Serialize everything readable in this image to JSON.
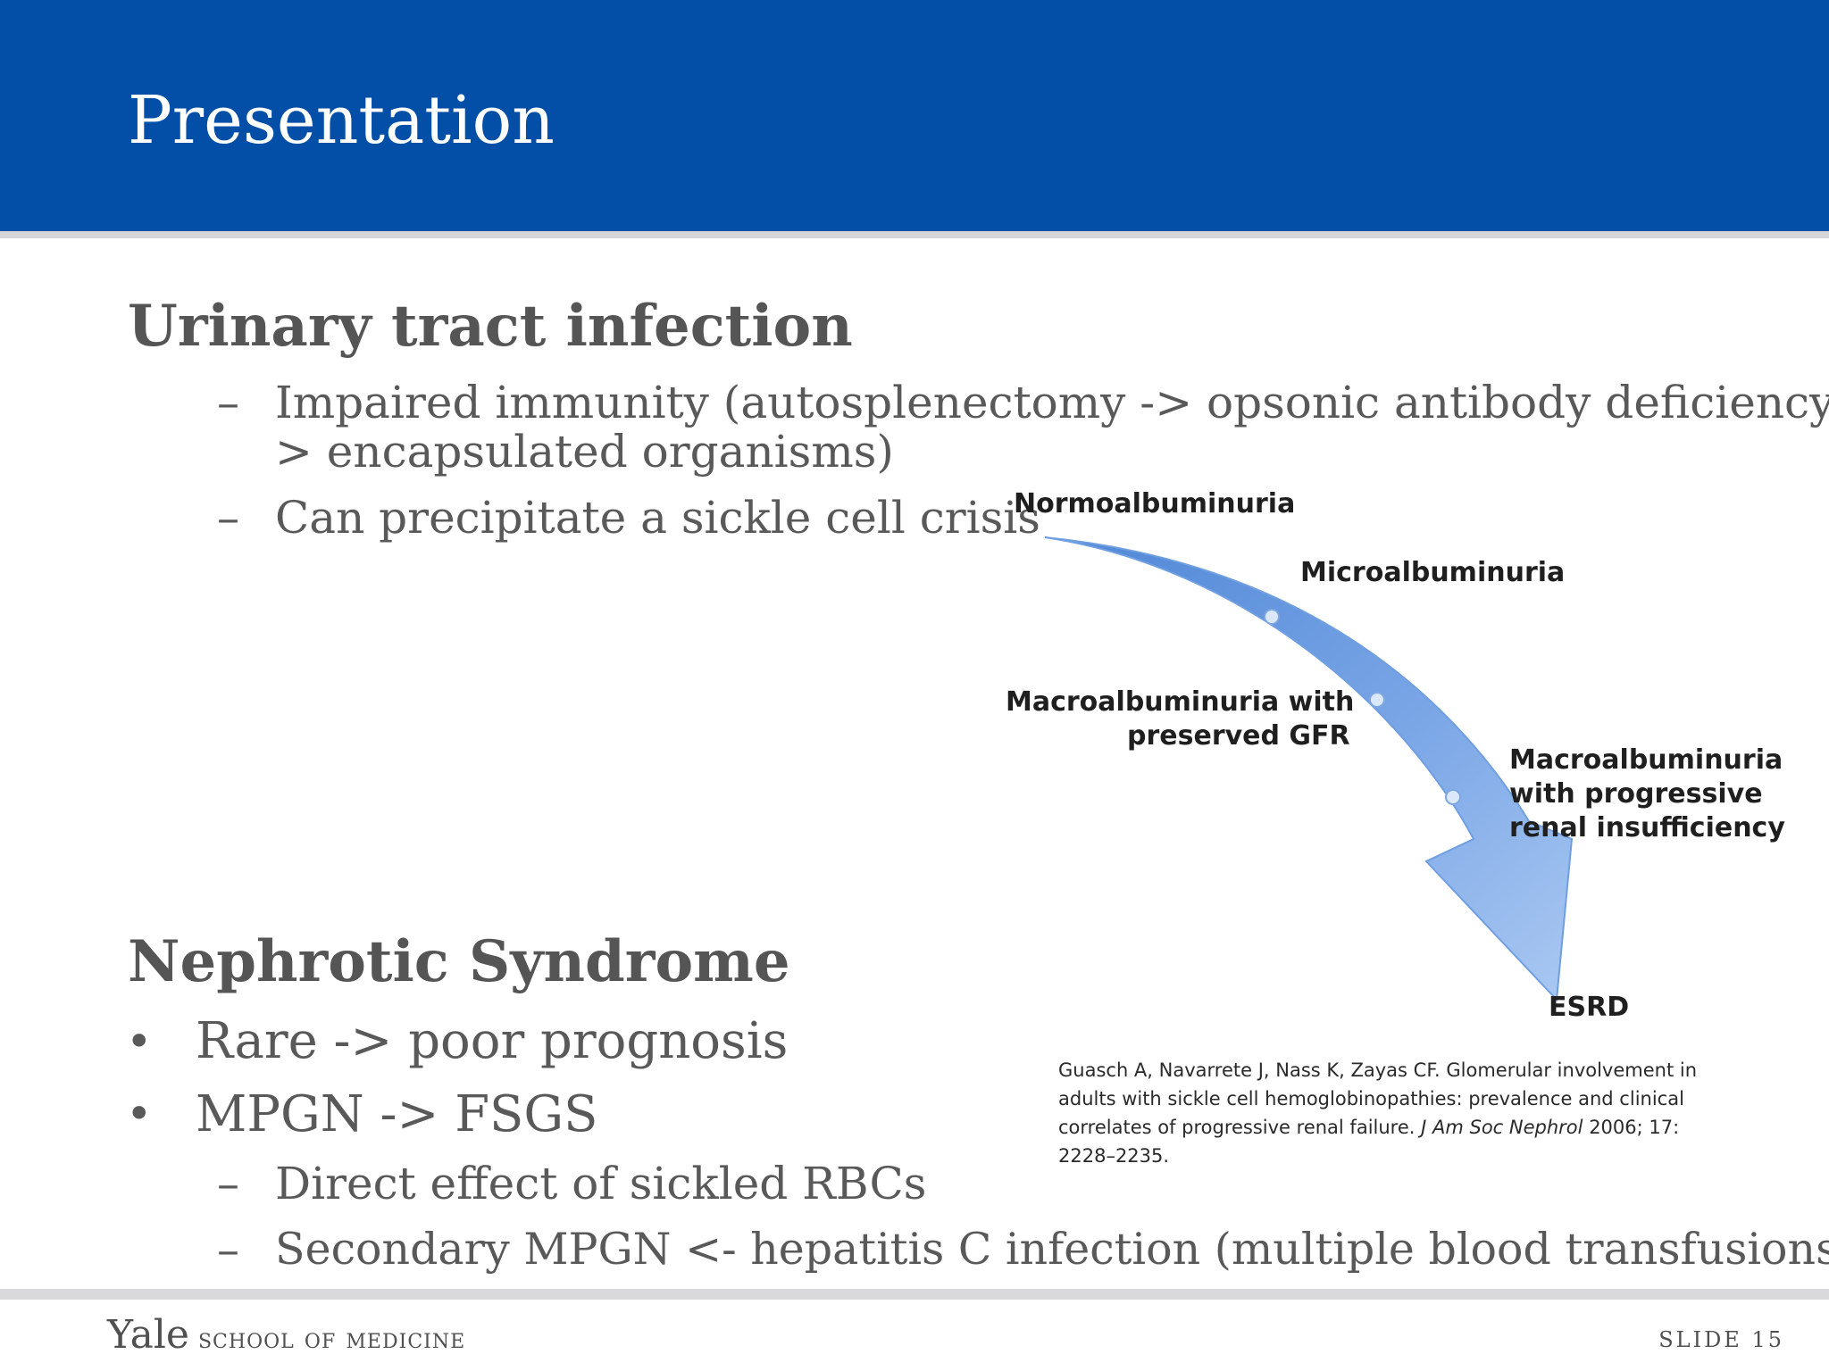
{
  "header": {
    "title": "Presentation"
  },
  "uti": {
    "heading": "Urinary tract infection",
    "items": [
      {
        "marker": "–",
        "lines": [
          "Impaired immunity (autosplenectomy -> opsonic antibody deficiency -",
          "> encapsulated organisms)"
        ]
      },
      {
        "marker": "–",
        "lines": [
          "Can precipitate a sickle cell crisis"
        ]
      }
    ]
  },
  "figure": {
    "labels": {
      "normo": "Normoalbuminuria",
      "micro": "Microalbuminuria",
      "macro_gfr_1": "Macroalbuminuria with",
      "macro_gfr_2": "preserved GFR",
      "macro_prog_1": "Macroalbuminuria",
      "macro_prog_2": "with progressive",
      "macro_prog_3": "renal insufficiency",
      "esrd": "ESRD"
    },
    "citation": {
      "text": "Guasch A, Navarrete J, Nass K, Zayas CF. Glomerular involvement in adults with sickle cell hemoglobinopathies: prevalence and clinical correlates of progressive renal failure.",
      "journal": "J Am Soc Nephrol",
      "details": "2006; 17: 2228–2235."
    },
    "arrow_color": "#6f9fe0"
  },
  "nephrotic": {
    "heading": "Nephrotic Syndrome",
    "bullets": [
      "Rare -> poor prognosis",
      "MPGN -> FSGS"
    ],
    "subitems": [
      "Direct effect of sickled RBCs",
      "Secondary MPGN <- hepatitis C infection (multiple blood transfusions)"
    ]
  },
  "footer": {
    "logo_main": "Yale",
    "logo_sub": "school of medicine",
    "slide_label": "SLIDE 15"
  },
  "colors": {
    "header_blue": "#034ea6",
    "body_text": "#595959"
  }
}
